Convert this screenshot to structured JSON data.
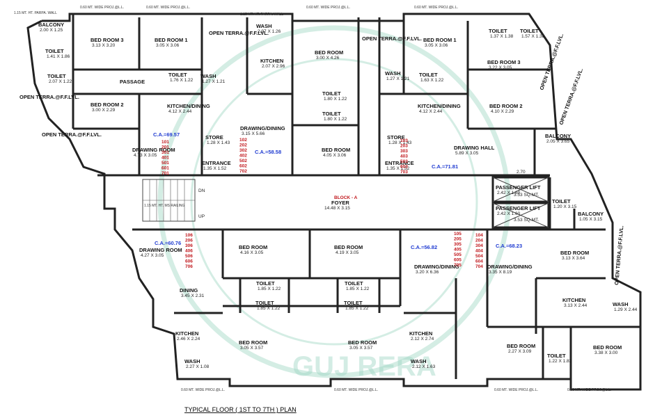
{
  "plan_title": "TYPICAL FLOOR ( 1ST TO 7TH ) PLAN",
  "block": {
    "name": "BLOCK - A",
    "foyer": "FOYER",
    "foyer_dim": "14.48 X 3.15"
  },
  "watermark": "GUJ RERA",
  "rooms": [
    {
      "name": "BALCONY",
      "dim": "2.00 X 1.25"
    },
    {
      "name": "TOILET",
      "dim": "1.41 X 1.86"
    },
    {
      "name": "TOILET",
      "dim": "2.07 X 1.22"
    },
    {
      "name": "BED ROOM 3",
      "dim": "3.13 X 3.20"
    },
    {
      "name": "BED ROOM 1",
      "dim": "3.05 X 3.06"
    },
    {
      "name": "PASSAGE",
      "dim": ""
    },
    {
      "name": "TOILET",
      "dim": "1.76 X 1.22"
    },
    {
      "name": "WASH",
      "dim": "1.27 X 1.21"
    },
    {
      "name": "BED ROOM 2",
      "dim": "3.00 X 2.29"
    },
    {
      "name": "KITCHEN/DINING",
      "dim": "4.12 X 2.44"
    },
    {
      "name": "DRAWING ROOM",
      "dim": "4.73 X 3.05"
    },
    {
      "name": "STORE",
      "dim": "1.28 X 1.43"
    },
    {
      "name": "ENTRANCE",
      "dim": "1.35 X 1.52"
    },
    {
      "name": "WASH",
      "dim": "2.97 X 1.26"
    },
    {
      "name": "KITCHEN",
      "dim": "2.07 X 2.96"
    },
    {
      "name": "BED ROOM",
      "dim": "3.00 X 4.26"
    },
    {
      "name": "TOILET",
      "dim": "1.80 X 1.22"
    },
    {
      "name": "TOILET",
      "dim": "1.80 X 1.22"
    },
    {
      "name": "DRAWING/DINING",
      "dim": "3.15 X 5.66"
    },
    {
      "name": "BED ROOM",
      "dim": "4.05 X 3.06"
    },
    {
      "name": "BED ROOM 1",
      "dim": "3.05 X 3.06"
    },
    {
      "name": "WASH",
      "dim": "1.27 X 1.21"
    },
    {
      "name": "TOILET",
      "dim": "1.63 X 1.22"
    },
    {
      "name": "KITCHEN/DINING",
      "dim": "4.12 X 2.44"
    },
    {
      "name": "STORE",
      "dim": "1.28 X 1.43"
    },
    {
      "name": "ENTRANCE",
      "dim": "1.35 X 1.52"
    },
    {
      "name": "TOILET",
      "dim": "1.37 X 1.38"
    },
    {
      "name": "TOILET",
      "dim": "1.57 X 1.38"
    },
    {
      "name": "BED ROOM 3",
      "dim": "3.22 X 3.05"
    },
    {
      "name": "BED ROOM 2",
      "dim": "4.10 X 2.29"
    },
    {
      "name": "DRAWING HALL",
      "dim": "5.89 X 3.05"
    },
    {
      "name": "BALCONY",
      "dim": "2.05 X 3.65"
    },
    {
      "name": "PASSENGER LIFT",
      "dim": "2.42 X 1.60"
    },
    {
      "name": "PASSENGER LIFT",
      "dim": "2.42 X 1.60"
    },
    {
      "name": "TOILET",
      "dim": "1.20 X 3.15"
    },
    {
      "name": "BALCONY",
      "dim": "1.05 X 3.15"
    },
    {
      "name": "DRAWING ROOM",
      "dim": "4.27 X 3.05"
    },
    {
      "name": "DINING",
      "dim": "3.45 X 2.31"
    },
    {
      "name": "KITCHEN",
      "dim": "2.46 X 2.24"
    },
    {
      "name": "WASH",
      "dim": "2.27 X 1.08"
    },
    {
      "name": "BED ROOM",
      "dim": "4.16 X 3.05"
    },
    {
      "name": "BED ROOM",
      "dim": "4.19 X 3.05"
    },
    {
      "name": "TOILET",
      "dim": "1.85 X 1.22"
    },
    {
      "name": "TOILET",
      "dim": "1.85 X 1.22"
    },
    {
      "name": "TOILET",
      "dim": "1.85 X 1.22"
    },
    {
      "name": "TOILET",
      "dim": "1.85 X 1.22"
    },
    {
      "name": "BED ROOM",
      "dim": "3.05 X 3.57"
    },
    {
      "name": "BED ROOM",
      "dim": "3.05 X 3.57"
    },
    {
      "name": "DRAWING/DINING",
      "dim": "3.20 X 6.36"
    },
    {
      "name": "KITCHEN",
      "dim": "2.12 X 2.74"
    },
    {
      "name": "WASH",
      "dim": "2.12 X 1.63"
    },
    {
      "name": "DRAWING/DINING",
      "dim": "3.35 X 8.19"
    },
    {
      "name": "BED ROOM",
      "dim": "3.13 X 3.64"
    },
    {
      "name": "KITCHEN",
      "dim": "3.13 X 2.44"
    },
    {
      "name": "WASH",
      "dim": "1.29 X 2.44"
    },
    {
      "name": "BED ROOM",
      "dim": "2.27 X 3.09"
    },
    {
      "name": "TOILET",
      "dim": "1.22 X 1.83"
    },
    {
      "name": "BED ROOM",
      "dim": "3.38 X 3.00"
    }
  ],
  "open_terraces": [
    "OPEN TERRA.@F.F.LVL.",
    "OPEN TERRA.@F.F.LVL.",
    "OPEN TERRA.@F.F.LVL.",
    "OPEN TERRA.@F.F.LVL.",
    "OPEN TERRA.@F.F.LVL.",
    "OPEN TERRA.@F.F.LVL.",
    "OPEN TERRA.@F.F.LVL."
  ],
  "carpet_areas": [
    "C.A.=69.57",
    "C.A.=58.58",
    "C.A.=71.81",
    "C.A.=60.76",
    "C.A.=56.82",
    "C.A.=68.23"
  ],
  "unit_groups": [
    [
      "101",
      "201",
      "301",
      "401",
      "501",
      "601",
      "701"
    ],
    [
      "102",
      "202",
      "302",
      "402",
      "502",
      "602",
      "702"
    ],
    [
      "103",
      "203",
      "303",
      "403",
      "503",
      "603",
      "703"
    ],
    [
      "106",
      "206",
      "306",
      "406",
      "506",
      "606",
      "706"
    ],
    [
      "105",
      "205",
      "305",
      "405",
      "505",
      "605",
      "705"
    ],
    [
      "104",
      "204",
      "304",
      "404",
      "504",
      "604",
      "704"
    ]
  ],
  "lift_area": "3.53 SQ.MT.",
  "stair": {
    "dn": "DN",
    "up": "UP",
    "railing": "1.15 MT. HT. MS RAILING"
  },
  "notes": {
    "proj_top_1": "0.60 MT. WIDE PROJ.@L.L.",
    "proj_top_2": "0.60 MT. WIDE PROJ.@L.L.",
    "proj_top_3": "0.60 MT. WIDE PROJ.@L.L.",
    "proj_top_4": "0.60 MT. WIDE PROJ.@L.L.",
    "parapet_tl": "1.15 MT. HT. PARPA. WALL",
    "parapet_tm": "1.15 MT. HT. PARPA. WALL",
    "proj_bot_1": "0.60 MT. WIDE PROJ.@L.L.",
    "proj_bot_2": "0.60 MT. WIDE PROJ.@L.L.",
    "proj_bot_3": "0.60 MT. WIDE PROJ.@L.L.",
    "proj_bot_4": "0.60 MT. WIDE PROJ.@L.L.",
    "stair_dim": "2.70"
  }
}
